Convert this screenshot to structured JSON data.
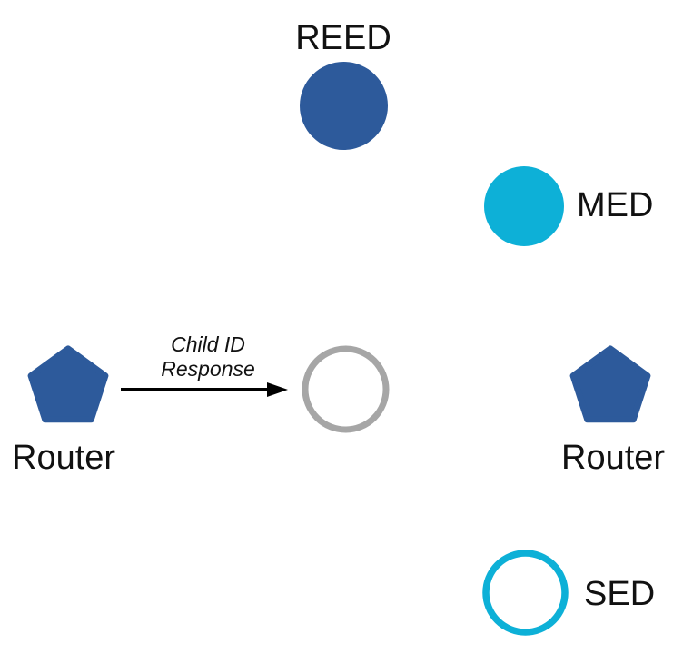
{
  "colors": {
    "router_blue": "#2d5a9b",
    "device_cyan": "#0db0d7",
    "open_gray": "#a6a6a6",
    "arrow_black": "#000000",
    "label_black": "#111111"
  },
  "nodes": {
    "reed": {
      "label": "REED"
    },
    "med": {
      "label": "MED"
    },
    "router_left": {
      "label": "Router"
    },
    "router_right": {
      "label": "Router"
    },
    "sed": {
      "label": "SED"
    }
  },
  "arrow": {
    "label_line1": "Child ID",
    "label_line2": "Response"
  }
}
